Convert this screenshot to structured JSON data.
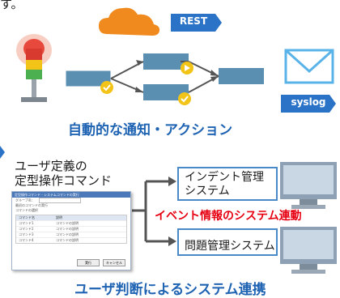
{
  "top_fragment": "す。",
  "rest_label": "REST",
  "syslog_label": "syslog",
  "caption_top": "自動的な通知・アクション",
  "command_title_line1": "ユーザ定義の",
  "command_title_line2": "定型操作コマンド",
  "system1_line1": "インデント管理",
  "system1_line2": "システム",
  "event_label": "イベント情報のシステム連動",
  "system2_label": "問題管理システム",
  "caption_bottom": "ユーザ判断によるシステム連携",
  "dialog": {
    "title": "定型操作コマンド - システムコマンドの実行",
    "field1_label": "グループ名：",
    "field1_value": "グループ名",
    "field2_label": "最初のコマンドの実行",
    "table_caption": "コマンドの選択",
    "col1": "コマンド名",
    "col2": "説明",
    "rows": [
      {
        "name": "コマンド1",
        "desc": "コマンドの説明"
      },
      {
        "name": "コマンド2",
        "desc": "コマンドの説明"
      },
      {
        "name": "コマンド3",
        "desc": "コマンドの説明"
      },
      {
        "name": "コマンド4",
        "desc": "コマンドの説明"
      }
    ],
    "ok": "実行",
    "cancel": "キャンセル"
  },
  "colors": {
    "accent_blue": "#1f63b3",
    "orange_cloud": "#f08a1e",
    "event_red": "#e60012",
    "node_teal": "#5b8fb2",
    "check_yellow": "#f2c418"
  }
}
